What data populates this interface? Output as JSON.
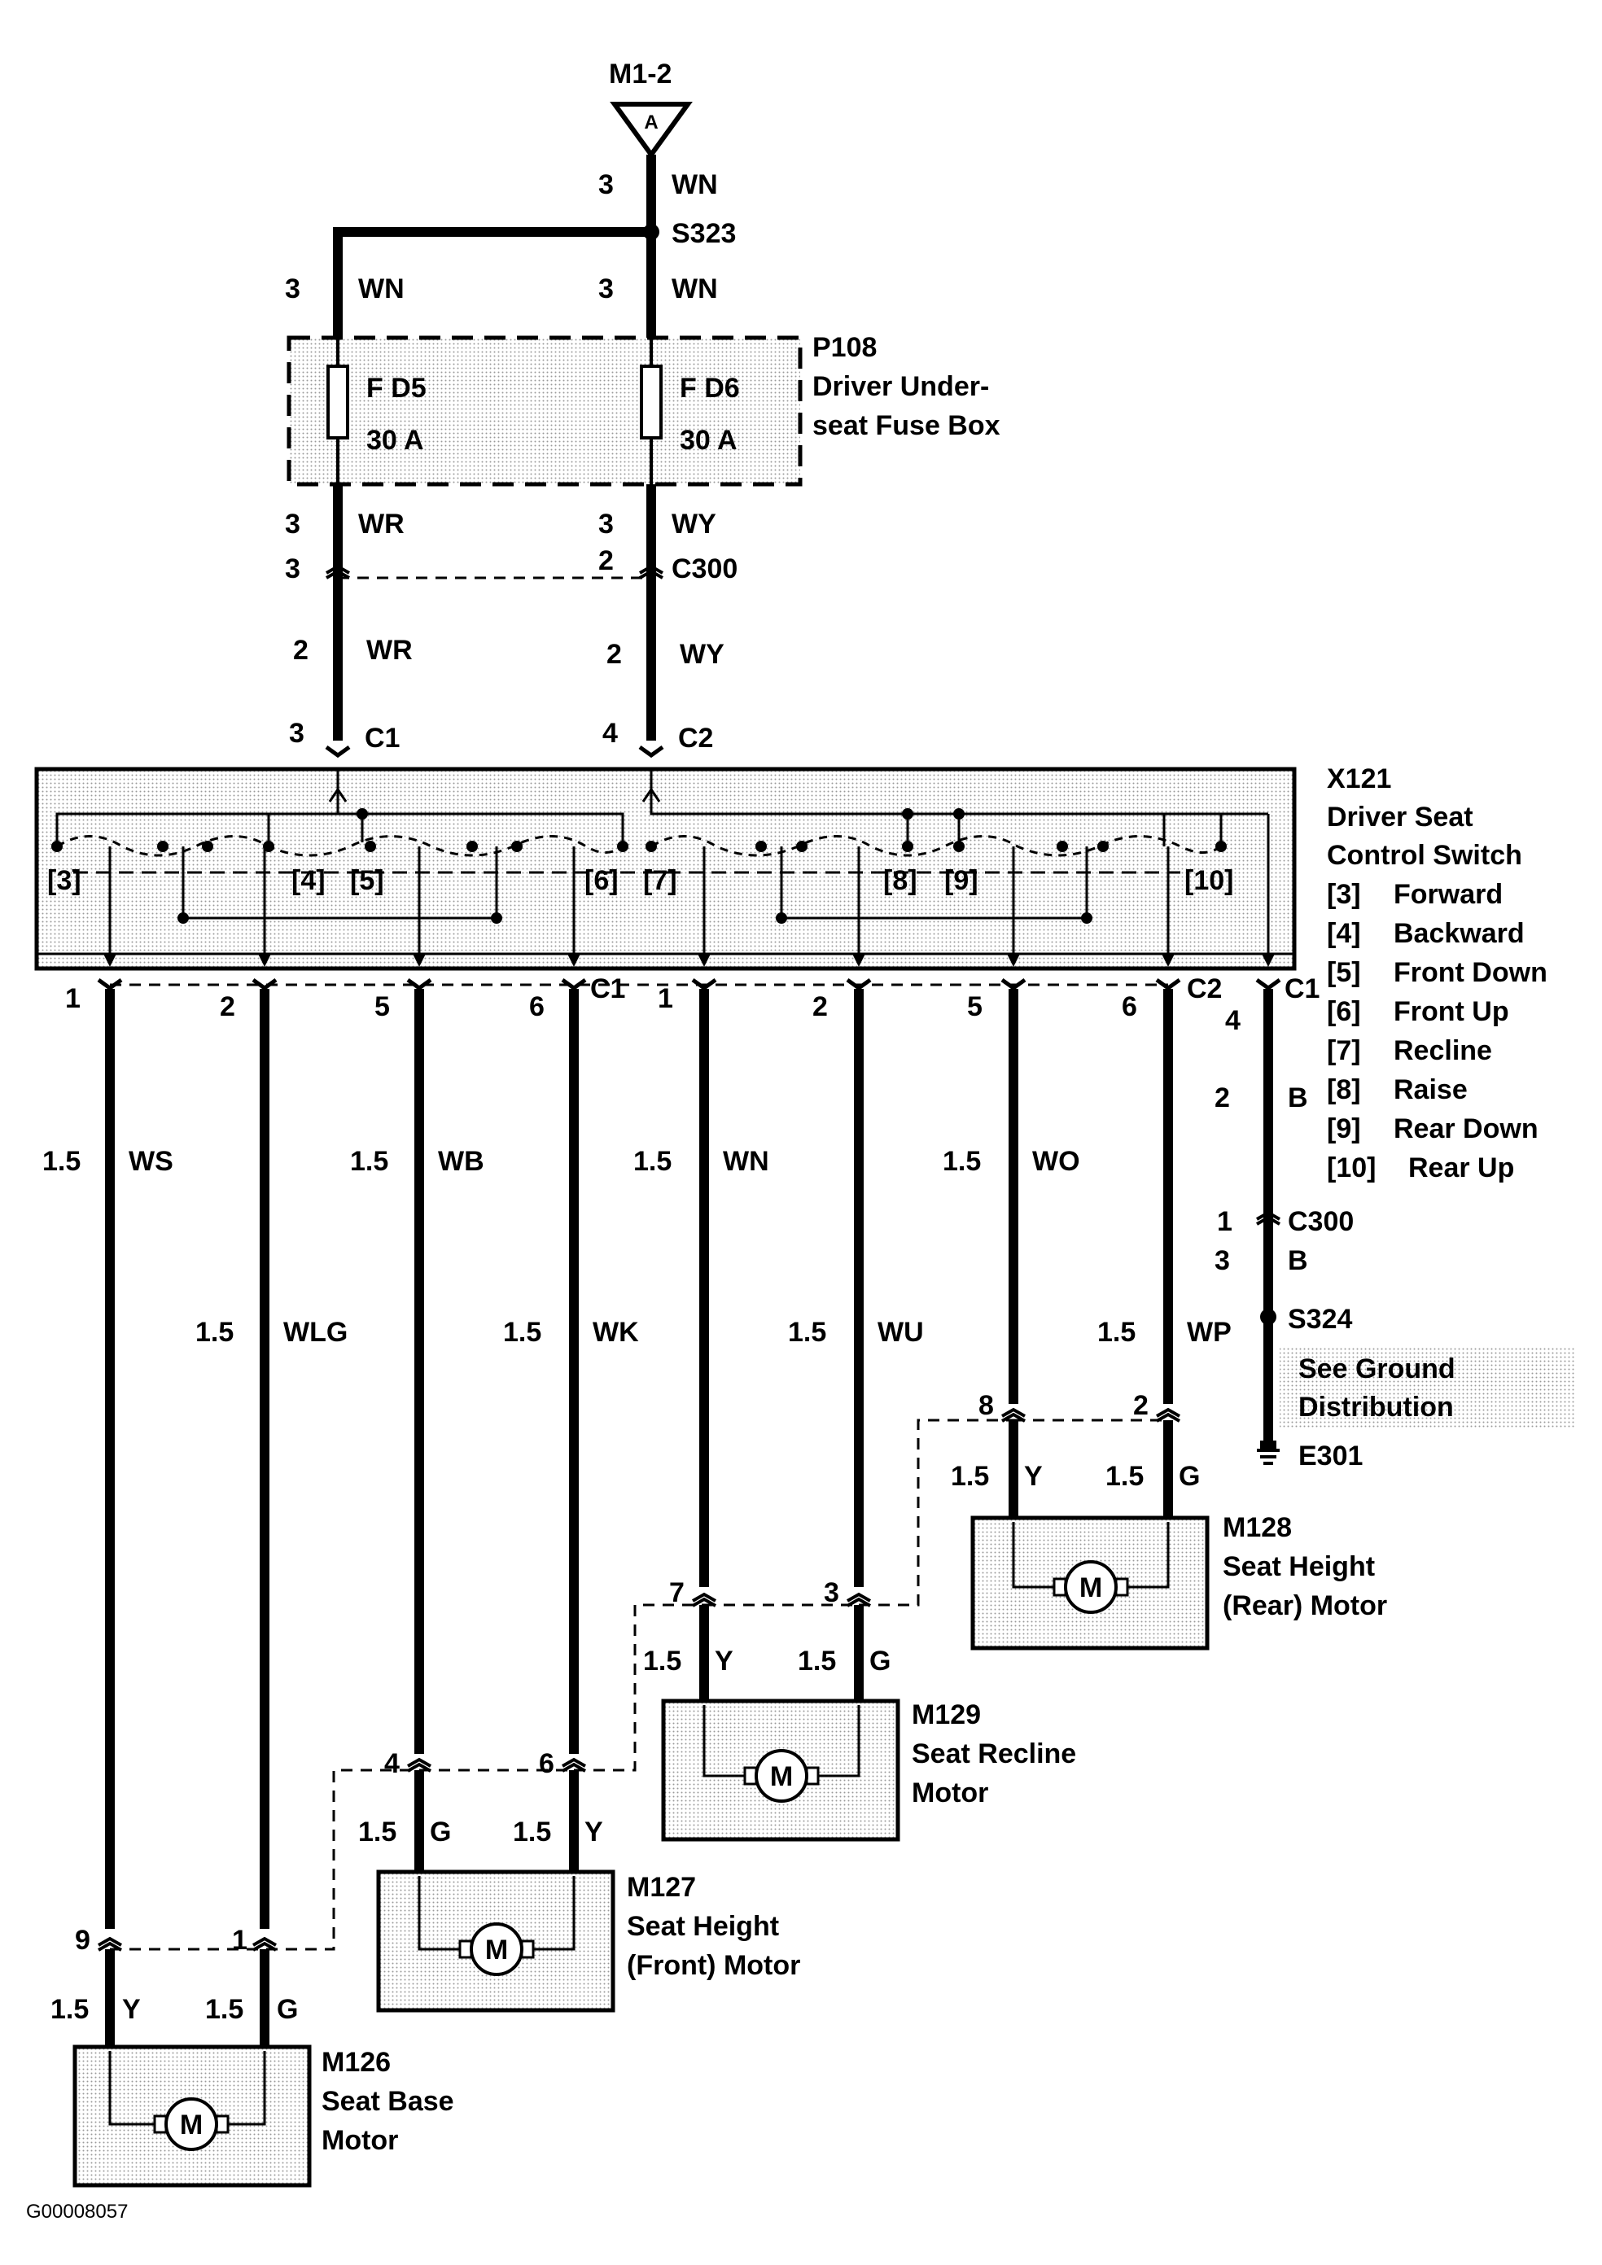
{
  "source_connector": {
    "name": "M1-2",
    "letter": "A"
  },
  "splice_top": "S323",
  "fuse_box": {
    "id": "P108",
    "name_line1": "Driver Under-",
    "name_line2": "seat Fuse Box",
    "fuses": [
      {
        "name": "F D5",
        "rating": "30 A"
      },
      {
        "name": "F D6",
        "rating": "30 A"
      }
    ]
  },
  "wires_top": {
    "feed_size": "3",
    "feed_color": "WN",
    "left_in_size": "3",
    "left_in_color": "WN",
    "right_in_size": "3",
    "right_in_color": "WN",
    "left_out_size": "3",
    "left_out_color": "WR",
    "right_out_size": "3",
    "right_out_color": "WY",
    "left_c300_pin": "3",
    "right_c300_pin": "2",
    "c300": "C300",
    "left_low_size": "2",
    "left_low_color": "WR",
    "right_low_size": "2",
    "right_low_color": "WY",
    "left_conn_pin": "3",
    "left_conn": "C1",
    "right_conn_pin": "4",
    "right_conn": "C2"
  },
  "switch": {
    "id": "X121",
    "name_line1": "Driver Seat",
    "name_line2": "Control Switch",
    "positions": [
      "[3]",
      "[4]",
      "[5]",
      "[6]",
      "[7]",
      "[8]",
      "[9]",
      "[10]"
    ],
    "legend": [
      {
        "num": "[3]",
        "label": "Forward"
      },
      {
        "num": "[4]",
        "label": "Backward"
      },
      {
        "num": "[5]",
        "label": "Front Down"
      },
      {
        "num": "[6]",
        "label": "Front Up"
      },
      {
        "num": "[7]",
        "label": "Recline"
      },
      {
        "num": "[8]",
        "label": "Raise"
      },
      {
        "num": "[9]",
        "label": "Rear Down"
      },
      {
        "num": "[10]",
        "label": "Rear Up"
      }
    ]
  },
  "outputs": {
    "c1_label": "C1",
    "c2_label": "C2",
    "c1_right_label": "C1",
    "wires": [
      {
        "pin": "1",
        "size": "1.5",
        "color": "WS"
      },
      {
        "pin": "2",
        "size": "1.5",
        "color": "WLG"
      },
      {
        "pin": "5",
        "size": "1.5",
        "color": "WB"
      },
      {
        "pin": "6",
        "size": "1.5",
        "color": "WK"
      },
      {
        "pin": "1",
        "size": "1.5",
        "color": "WN"
      },
      {
        "pin": "2",
        "size": "1.5",
        "color": "WU"
      },
      {
        "pin": "5",
        "size": "1.5",
        "color": "WO"
      },
      {
        "pin": "6",
        "size": "1.5",
        "color": "WP"
      }
    ]
  },
  "ground": {
    "pin_top": "4",
    "size1": "2",
    "color1": "B",
    "c300_pin": "1",
    "c300": "C300",
    "size2": "3",
    "color2": "B",
    "splice": "S324",
    "note_line1": "See Ground",
    "note_line2": "Distribution",
    "ground_id": "E301"
  },
  "motors": [
    {
      "id": "M126",
      "line1": "Seat Base",
      "line2": "Motor",
      "pin_l": "9",
      "pin_r": "1",
      "size_l": "1.5",
      "color_l": "Y",
      "size_r": "1.5",
      "color_r": "G",
      "symbol": "M"
    },
    {
      "id": "M127",
      "line1": "Seat Height",
      "line2": "(Front) Motor",
      "pin_l": "4",
      "pin_r": "6",
      "size_l": "1.5",
      "color_l": "G",
      "size_r": "1.5",
      "color_r": "Y",
      "symbol": "M"
    },
    {
      "id": "M129",
      "line1": "Seat Recline",
      "line2": "Motor",
      "pin_l": "7",
      "pin_r": "3",
      "size_l": "1.5",
      "color_l": "Y",
      "size_r": "1.5",
      "color_r": "G",
      "symbol": "M"
    },
    {
      "id": "M128",
      "line1": "Seat Height",
      "line2": "(Rear) Motor",
      "pin_l": "8",
      "pin_r": "2",
      "size_l": "1.5",
      "color_l": "Y",
      "size_r": "1.5",
      "color_r": "G",
      "symbol": "M"
    }
  ],
  "figure_code": "G00008057"
}
